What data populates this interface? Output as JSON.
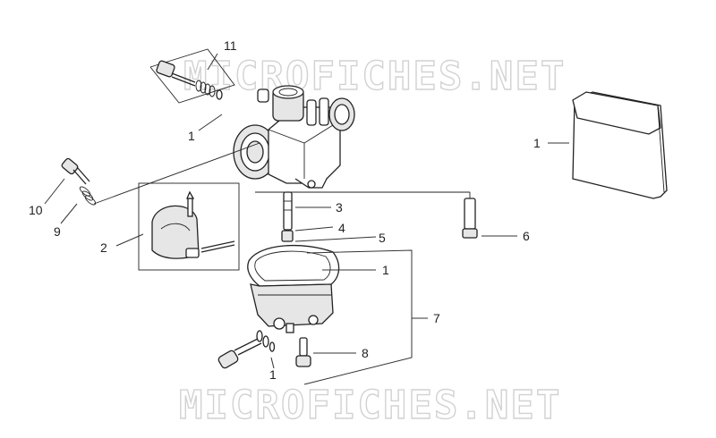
{
  "watermarks": [
    "MICROFICHES.NET",
    "MICROFICHES.NET"
  ],
  "callouts": {
    "c11": "11",
    "c1_top": "1",
    "c10": "10",
    "c9": "9",
    "c2": "2",
    "c3": "3",
    "c4": "4",
    "c5": "5",
    "c1_mid": "1",
    "c6": "6",
    "c7": "7",
    "c8": "8",
    "c1_bottom": "1",
    "c1_kit": "1"
  }
}
